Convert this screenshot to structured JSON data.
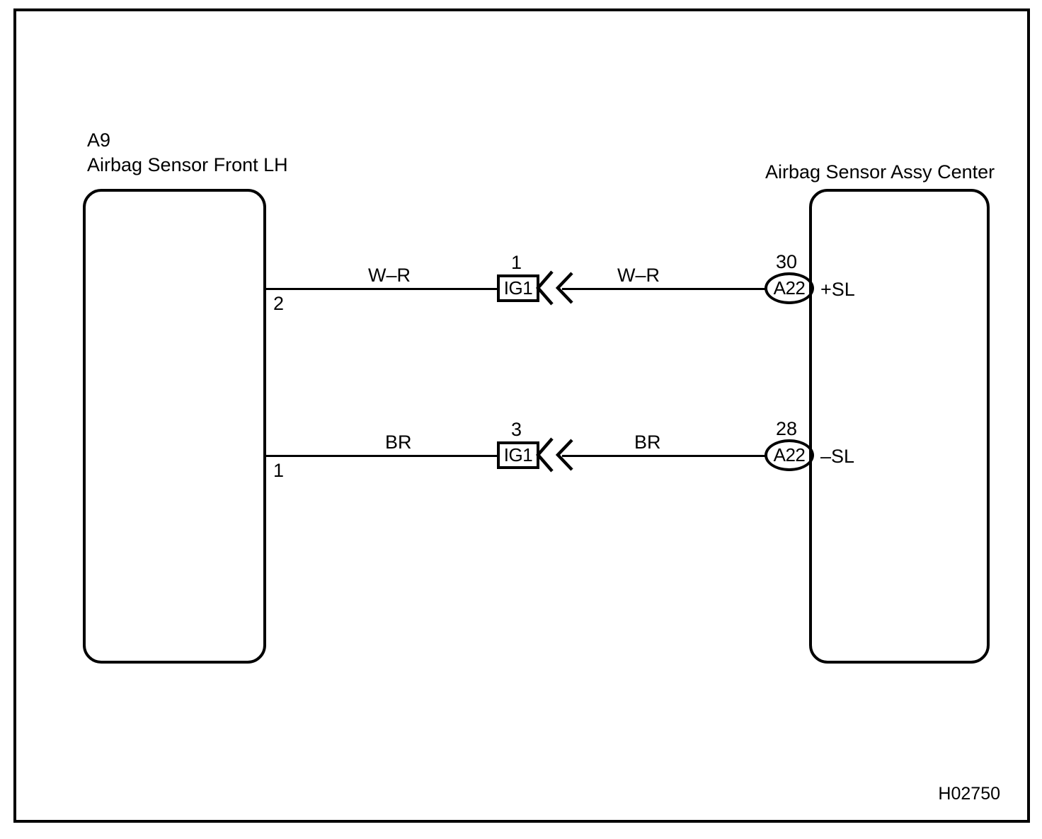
{
  "figure": {
    "id_code": "H02750",
    "type": "wiring-diagram"
  },
  "components": [
    {
      "ref": "A9",
      "name": "Airbag Sensor Front LH",
      "side": "left"
    },
    {
      "ref": "",
      "name": "Airbag Sensor Assy Center",
      "side": "right"
    }
  ],
  "left_component": {
    "ref_label": "A9",
    "name_label": "Airbag Sensor Front LH"
  },
  "right_component": {
    "name_label": "Airbag Sensor Assy Center"
  },
  "circuits": [
    {
      "id": "circuit-1",
      "left_pin": "2",
      "left_wire_color": "W–R",
      "junction_label": "IG1",
      "junction_pin": "1",
      "right_wire_color": "W–R",
      "right_terminal_number": "30",
      "right_connector": "A22",
      "right_signal_name": "+SL"
    },
    {
      "id": "circuit-2",
      "left_pin": "1",
      "left_wire_color": "BR",
      "junction_label": "IG1",
      "junction_pin": "3",
      "right_wire_color": "BR",
      "right_terminal_number": "28",
      "right_connector": "A22",
      "right_signal_name": "–SL"
    }
  ],
  "colors": {
    "line": "#000000",
    "background": "#ffffff"
  }
}
